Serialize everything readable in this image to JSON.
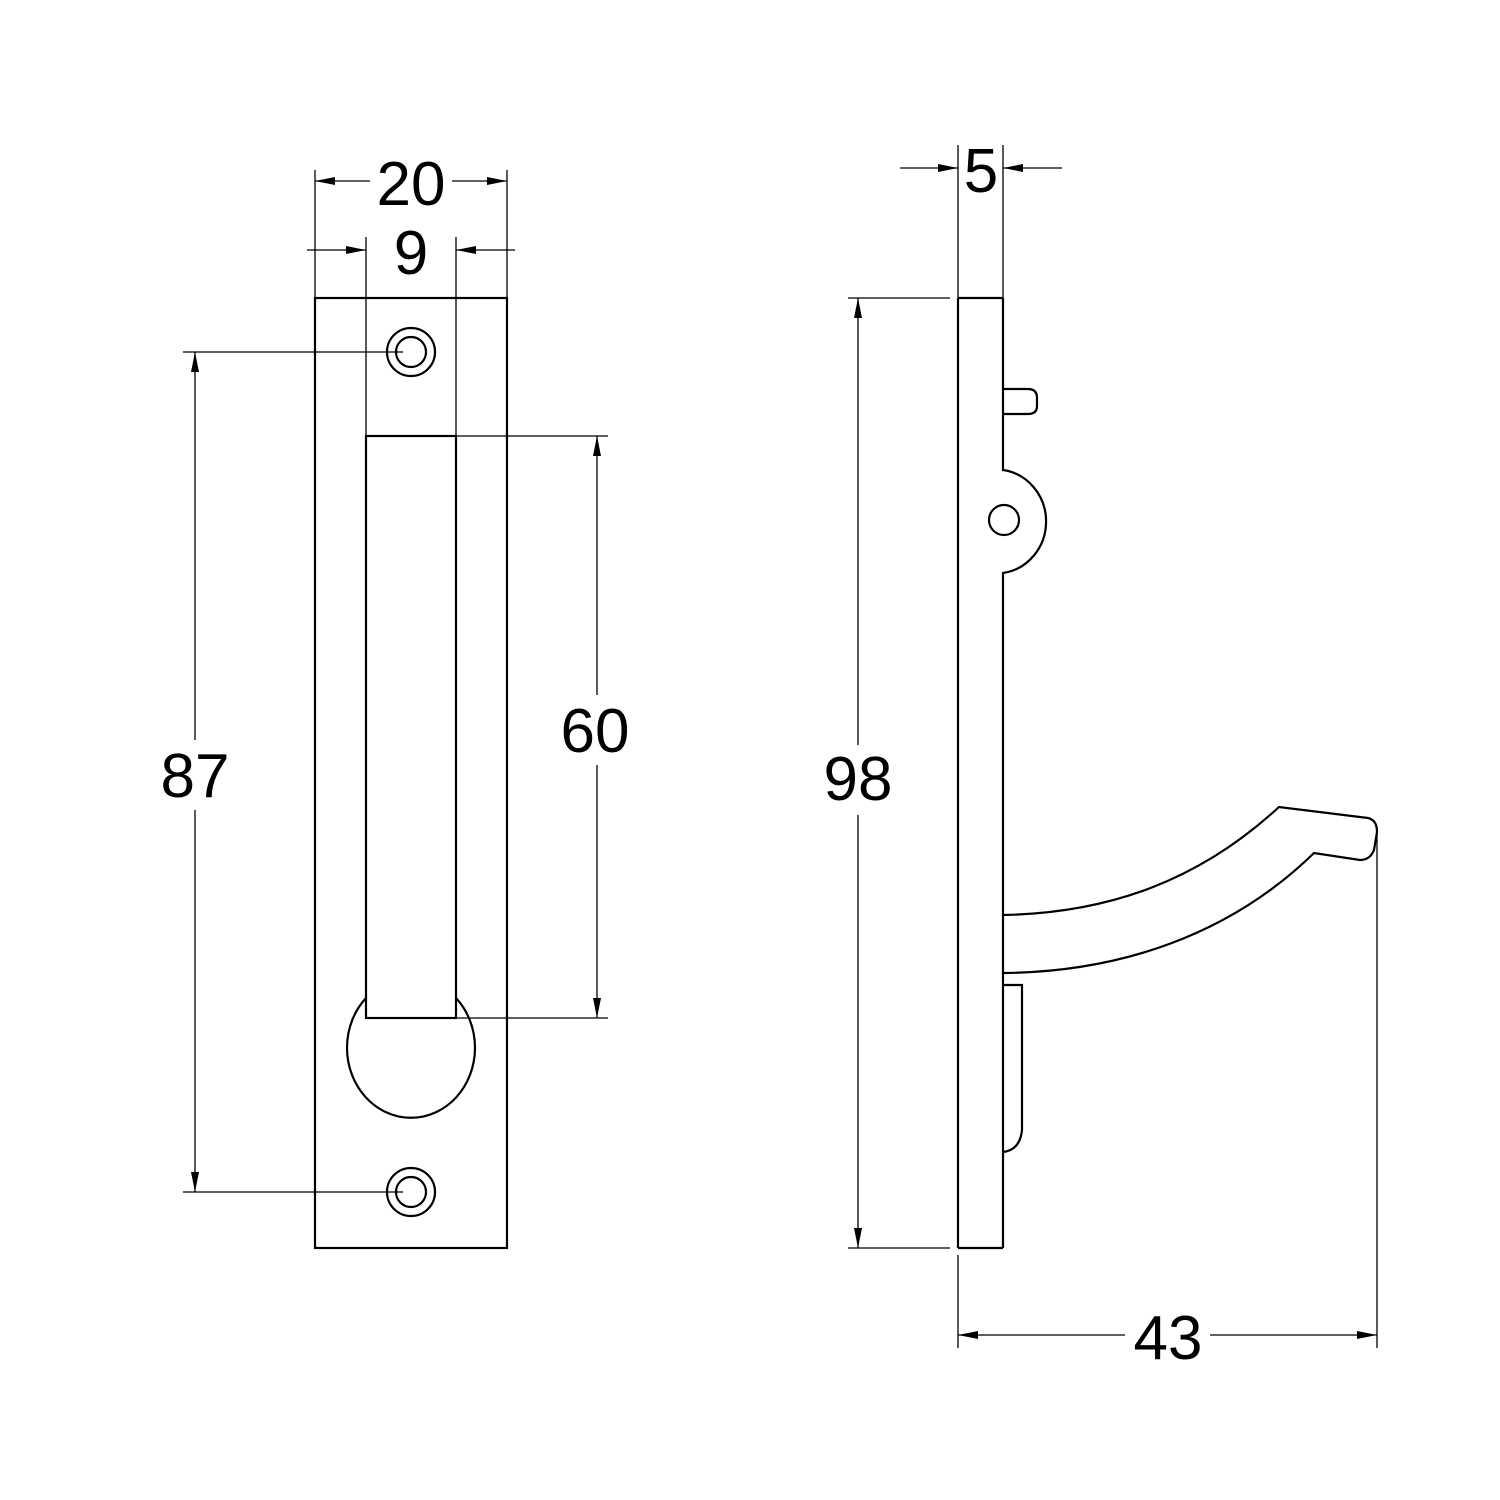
{
  "dimensions": {
    "front_width": "20",
    "slot_width": "9",
    "hole_spacing": "87",
    "slot_length": "60",
    "side_height": "98",
    "side_thickness": "5",
    "projection": "43"
  },
  "colors": {
    "line": "#000000",
    "background": "#ffffff"
  }
}
